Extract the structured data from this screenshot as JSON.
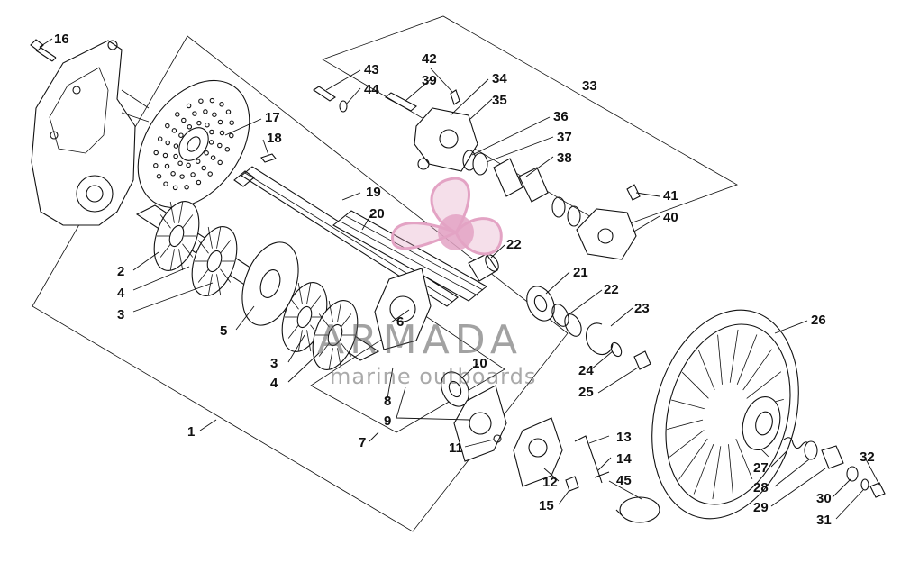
{
  "diagram": {
    "callouts": [
      {
        "id": "c16",
        "text": "16"
      },
      {
        "id": "c17",
        "text": "17"
      },
      {
        "id": "c18",
        "text": "18"
      },
      {
        "id": "c19",
        "text": "19"
      },
      {
        "id": "c20",
        "text": "20"
      },
      {
        "id": "c22a",
        "text": "22"
      },
      {
        "id": "c21",
        "text": "21"
      },
      {
        "id": "c22b",
        "text": "22"
      },
      {
        "id": "c23",
        "text": "23"
      },
      {
        "id": "c24",
        "text": "24"
      },
      {
        "id": "c25",
        "text": "25"
      },
      {
        "id": "c26",
        "text": "26"
      },
      {
        "id": "c27",
        "text": "27"
      },
      {
        "id": "c28",
        "text": "28"
      },
      {
        "id": "c29",
        "text": "29"
      },
      {
        "id": "c30",
        "text": "30"
      },
      {
        "id": "c31",
        "text": "31"
      },
      {
        "id": "c32",
        "text": "32"
      },
      {
        "id": "c43",
        "text": "43"
      },
      {
        "id": "c44",
        "text": "44"
      },
      {
        "id": "c42",
        "text": "42"
      },
      {
        "id": "c39",
        "text": "39"
      },
      {
        "id": "c34",
        "text": "34"
      },
      {
        "id": "c35",
        "text": "35"
      },
      {
        "id": "c33",
        "text": "33"
      },
      {
        "id": "c36",
        "text": "36"
      },
      {
        "id": "c37",
        "text": "37"
      },
      {
        "id": "c38",
        "text": "38"
      },
      {
        "id": "c41",
        "text": "41"
      },
      {
        "id": "c40",
        "text": "40"
      },
      {
        "id": "c2",
        "text": "2"
      },
      {
        "id": "c4a",
        "text": "4"
      },
      {
        "id": "c3a",
        "text": "3"
      },
      {
        "id": "c5",
        "text": "5"
      },
      {
        "id": "c3b",
        "text": "3"
      },
      {
        "id": "c4b",
        "text": "4"
      },
      {
        "id": "c6",
        "text": "6"
      },
      {
        "id": "c8",
        "text": "8"
      },
      {
        "id": "c9",
        "text": "9"
      },
      {
        "id": "c10",
        "text": "10"
      },
      {
        "id": "c1",
        "text": "1"
      },
      {
        "id": "c7",
        "text": "7"
      },
      {
        "id": "c11",
        "text": "11"
      },
      {
        "id": "c12",
        "text": "12"
      },
      {
        "id": "c13",
        "text": "13"
      },
      {
        "id": "c14",
        "text": "14"
      },
      {
        "id": "c45",
        "text": "45"
      },
      {
        "id": "c15",
        "text": "15"
      }
    ]
  },
  "watermark": {
    "brand": "ARMADA",
    "tagline": "marine outboards",
    "accent_color": "#e3a3c4"
  }
}
